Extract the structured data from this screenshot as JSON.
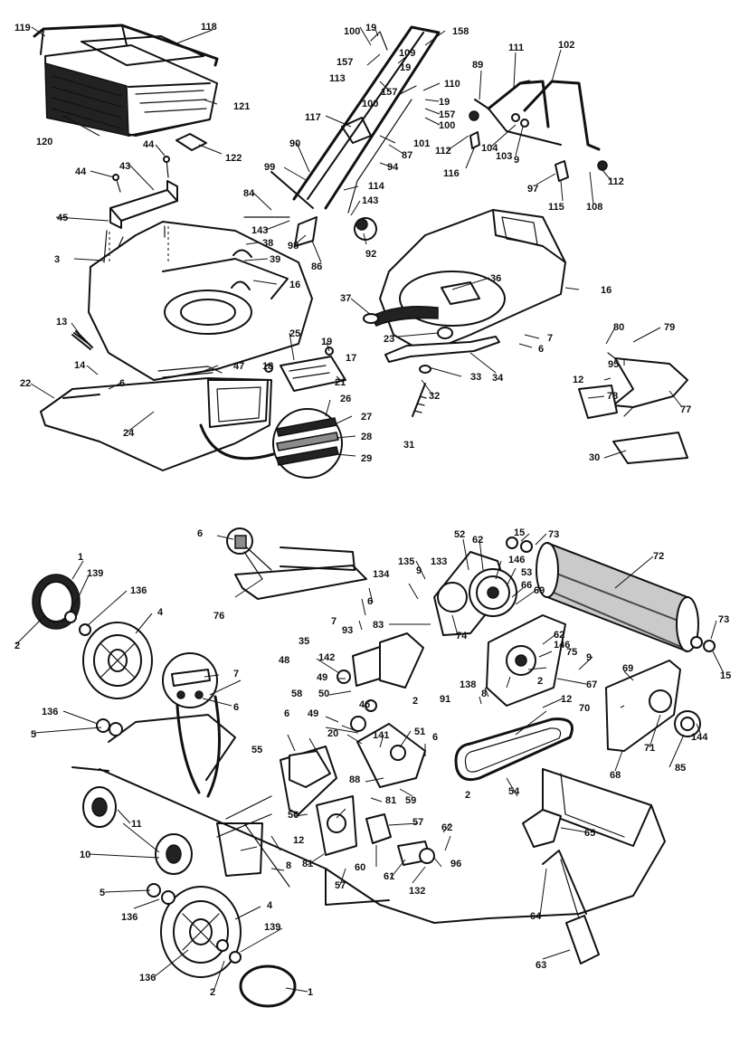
{
  "callouts": {
    "c1": "1",
    "c2": "2",
    "c3": "3",
    "c4": "4",
    "c5": "5",
    "c6": "6",
    "c7": "7",
    "c8": "8",
    "c9": "9",
    "c10": "10",
    "c11": "11",
    "c12": "12",
    "c13": "13",
    "c14": "14",
    "c15": "15",
    "c16": "16",
    "c17": "17",
    "c18": "18",
    "c19": "19",
    "c20": "20",
    "c21": "21",
    "c22": "22",
    "c23": "23",
    "c24": "24",
    "c25": "25",
    "c26": "26",
    "c27": "27",
    "c28": "28",
    "c29": "29",
    "c30": "30",
    "c31": "31",
    "c32": "32",
    "c33": "33",
    "c34": "34",
    "c35": "35",
    "c36": "36",
    "c37": "37",
    "c38": "38",
    "c39": "39",
    "c43": "43",
    "c44": "44",
    "c45": "45",
    "c46": "46",
    "c47": "47",
    "c48": "48",
    "c49": "49",
    "c50": "50",
    "c51": "51",
    "c52": "52",
    "c53": "53",
    "c54": "54",
    "c55": "55",
    "c56": "56",
    "c57": "57",
    "c58": "58",
    "c59": "59",
    "c60": "60",
    "c61": "61",
    "c62": "62",
    "c63": "63",
    "c64": "64",
    "c65": "65",
    "c66": "66",
    "c67": "67",
    "c68": "68",
    "c69": "69",
    "c70": "70",
    "c71": "71",
    "c72": "72",
    "c73": "73",
    "c74": "74",
    "c75": "75",
    "c76": "76",
    "c77": "77",
    "c78": "78",
    "c79": "79",
    "c80": "80",
    "c81": "81",
    "c83": "83",
    "c84": "84",
    "c85": "85",
    "c86": "86",
    "c87": "87",
    "c88": "88",
    "c89": "89",
    "c90": "90",
    "c91": "91",
    "c92": "92",
    "c93": "93",
    "c94": "94",
    "c95": "95",
    "c96": "96",
    "c97": "97",
    "c98": "98",
    "c99": "99",
    "c100": "100",
    "c101": "101",
    "c102": "102",
    "c103": "103",
    "c104": "104",
    "c108": "108",
    "c109": "109",
    "c110": "110",
    "c111": "111",
    "c112": "112",
    "c113": "113",
    "c114": "114",
    "c115": "115",
    "c116": "116",
    "c117": "117",
    "c118": "118",
    "c119": "119",
    "c120": "120",
    "c121": "121",
    "c122": "122",
    "c132": "132",
    "c133": "133",
    "c134": "134",
    "c135": "135",
    "c136": "136",
    "c138": "138",
    "c139": "139",
    "c141": "141",
    "c142": "142",
    "c143": "143",
    "c144": "144",
    "c146": "146",
    "c157": "157",
    "c158": "158"
  }
}
